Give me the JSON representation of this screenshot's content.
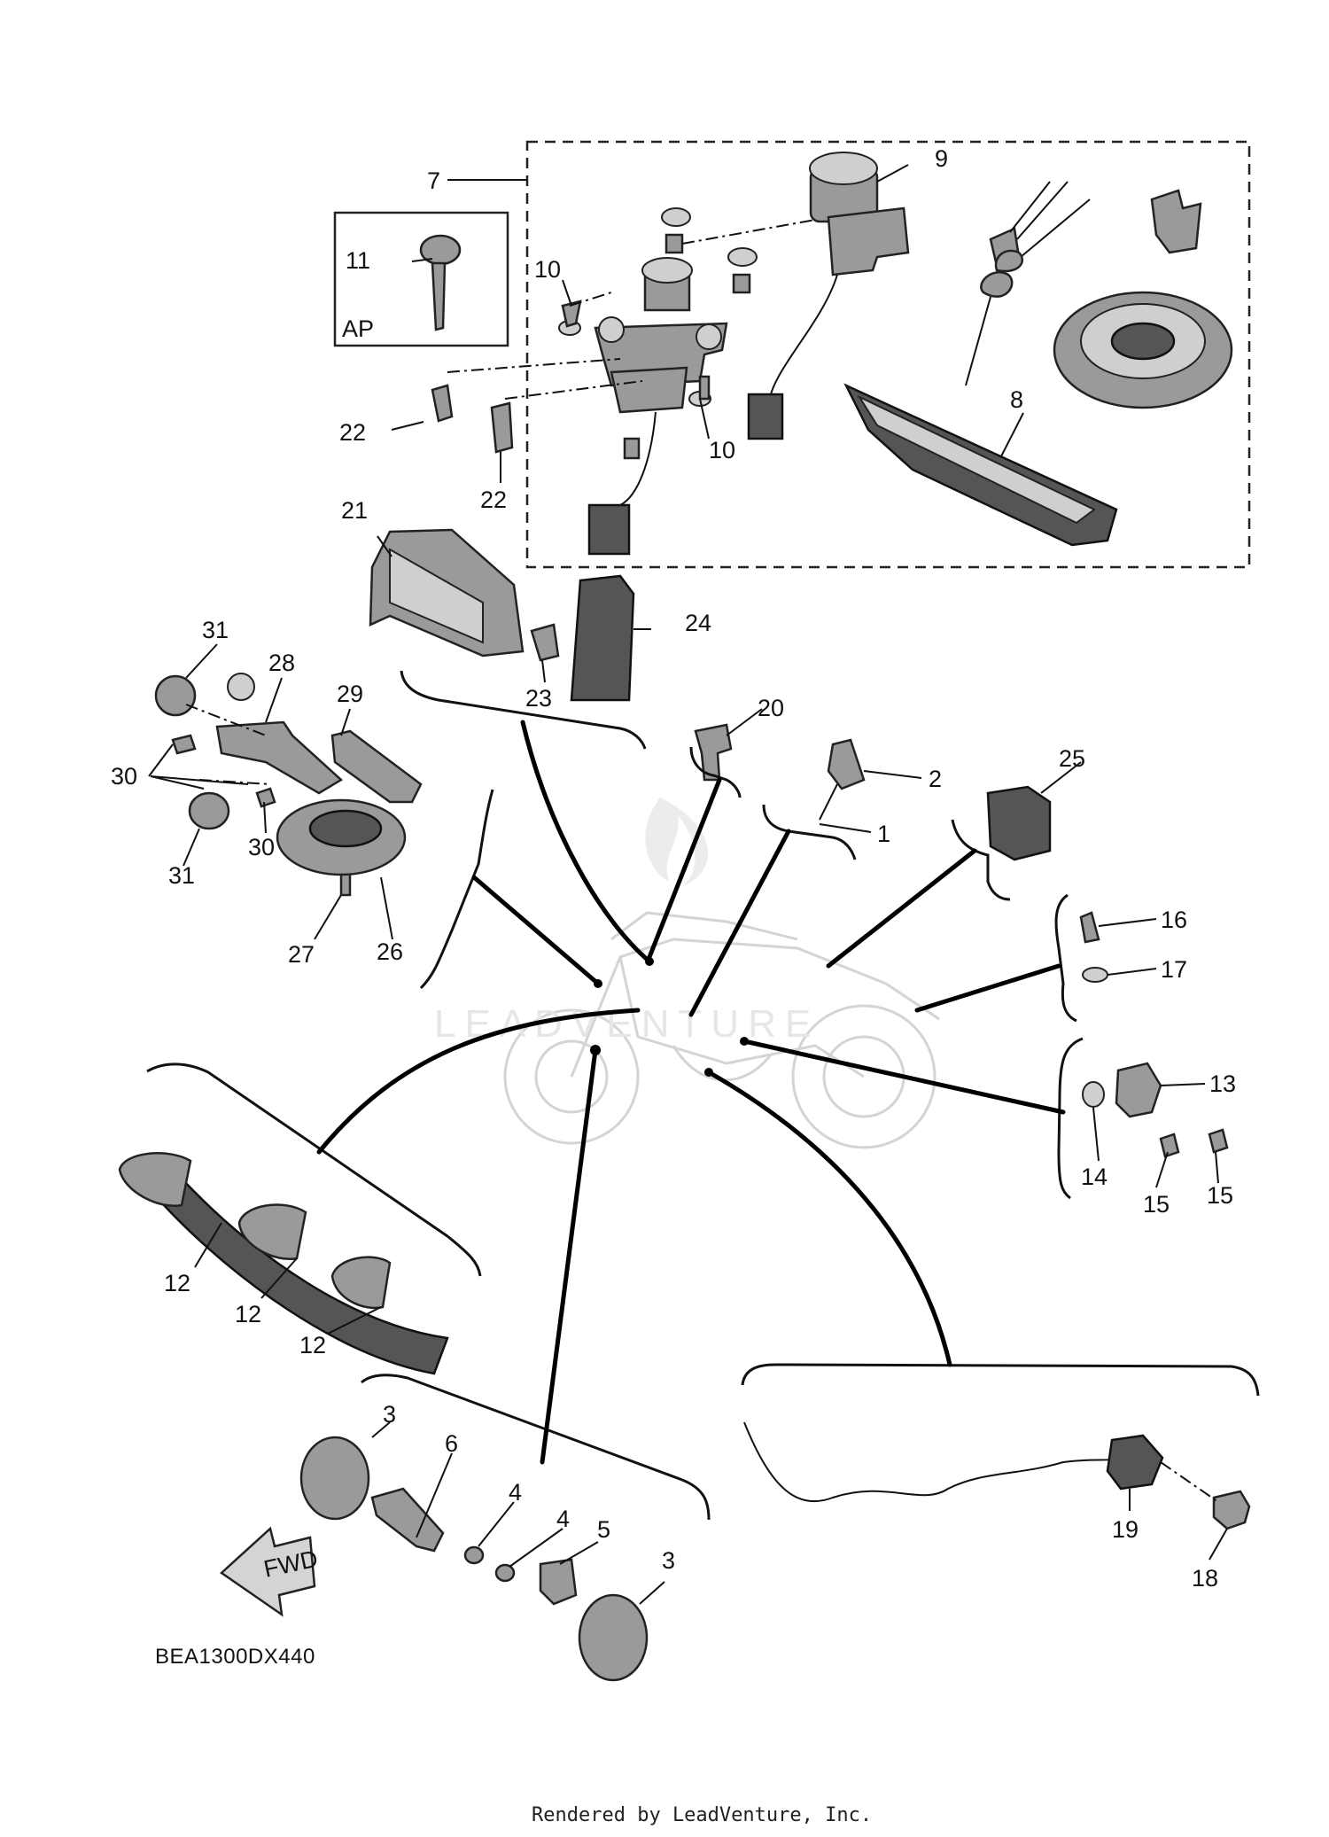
{
  "diagram": {
    "diagram_code": "BEA1300DX440",
    "footer": "Rendered by LeadVenture, Inc.",
    "direction_badge": "FWD",
    "inset_badge": "AP",
    "watermark": "LEADVENTURE"
  },
  "callouts": [
    {
      "id": "c7",
      "text": "7"
    },
    {
      "id": "c9",
      "text": "9"
    },
    {
      "id": "c11",
      "text": "11"
    },
    {
      "id": "c10a",
      "text": "10"
    },
    {
      "id": "c10b",
      "text": "10"
    },
    {
      "id": "c22a",
      "text": "22"
    },
    {
      "id": "c22b",
      "text": "22"
    },
    {
      "id": "c8",
      "text": "8"
    },
    {
      "id": "c21",
      "text": "21"
    },
    {
      "id": "c24",
      "text": "24"
    },
    {
      "id": "c23",
      "text": "23"
    },
    {
      "id": "c31a",
      "text": "31"
    },
    {
      "id": "c28",
      "text": "28"
    },
    {
      "id": "c29",
      "text": "29"
    },
    {
      "id": "c30a",
      "text": "30"
    },
    {
      "id": "c30b",
      "text": "30"
    },
    {
      "id": "c31b",
      "text": "31"
    },
    {
      "id": "c27",
      "text": "27"
    },
    {
      "id": "c26",
      "text": "26"
    },
    {
      "id": "c20",
      "text": "20"
    },
    {
      "id": "c2",
      "text": "2"
    },
    {
      "id": "c1",
      "text": "1"
    },
    {
      "id": "c25",
      "text": "25"
    },
    {
      "id": "c16",
      "text": "16"
    },
    {
      "id": "c17",
      "text": "17"
    },
    {
      "id": "c13",
      "text": "13"
    },
    {
      "id": "c14",
      "text": "14"
    },
    {
      "id": "c15a",
      "text": "15"
    },
    {
      "id": "c15b",
      "text": "15"
    },
    {
      "id": "c12a",
      "text": "12"
    },
    {
      "id": "c12b",
      "text": "12"
    },
    {
      "id": "c12c",
      "text": "12"
    },
    {
      "id": "c3a",
      "text": "3"
    },
    {
      "id": "c6",
      "text": "6"
    },
    {
      "id": "c4a",
      "text": "4"
    },
    {
      "id": "c4b",
      "text": "4"
    },
    {
      "id": "c5",
      "text": "5"
    },
    {
      "id": "c3b",
      "text": "3"
    },
    {
      "id": "c19",
      "text": "19"
    },
    {
      "id": "c18",
      "text": "18"
    }
  ]
}
